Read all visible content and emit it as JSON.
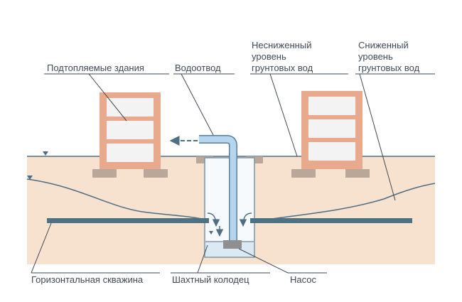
{
  "labels": {
    "buildings": "Подтопляемые здания",
    "drain": "Водоотвод",
    "natural_level_line1": "Несниженный",
    "natural_level_line2": "уровень",
    "natural_level_line3": "грунтовых вод",
    "lowered_level_line1": "Сниженный",
    "lowered_level_line2": "уровень",
    "lowered_level_line3": "грунтовых вод",
    "horizontal_well": "Горизонтальная скважина",
    "shaft_well": "Шахтный колодец",
    "pump": "Насос"
  },
  "colors": {
    "soil": "#f7e1cf",
    "building_frame": "#e8a98d",
    "building_window": "#f3f3f3",
    "foundation": "#b9a89a",
    "water_line": "#4e6f83",
    "well_fill": "#f7fafc",
    "pipe": "#b6d5ee",
    "pipe_stroke": "#5a7f9a",
    "horizontal_pipe": "#4c7283",
    "water": "#dbe9f4",
    "label": "#3f4a57"
  }
}
